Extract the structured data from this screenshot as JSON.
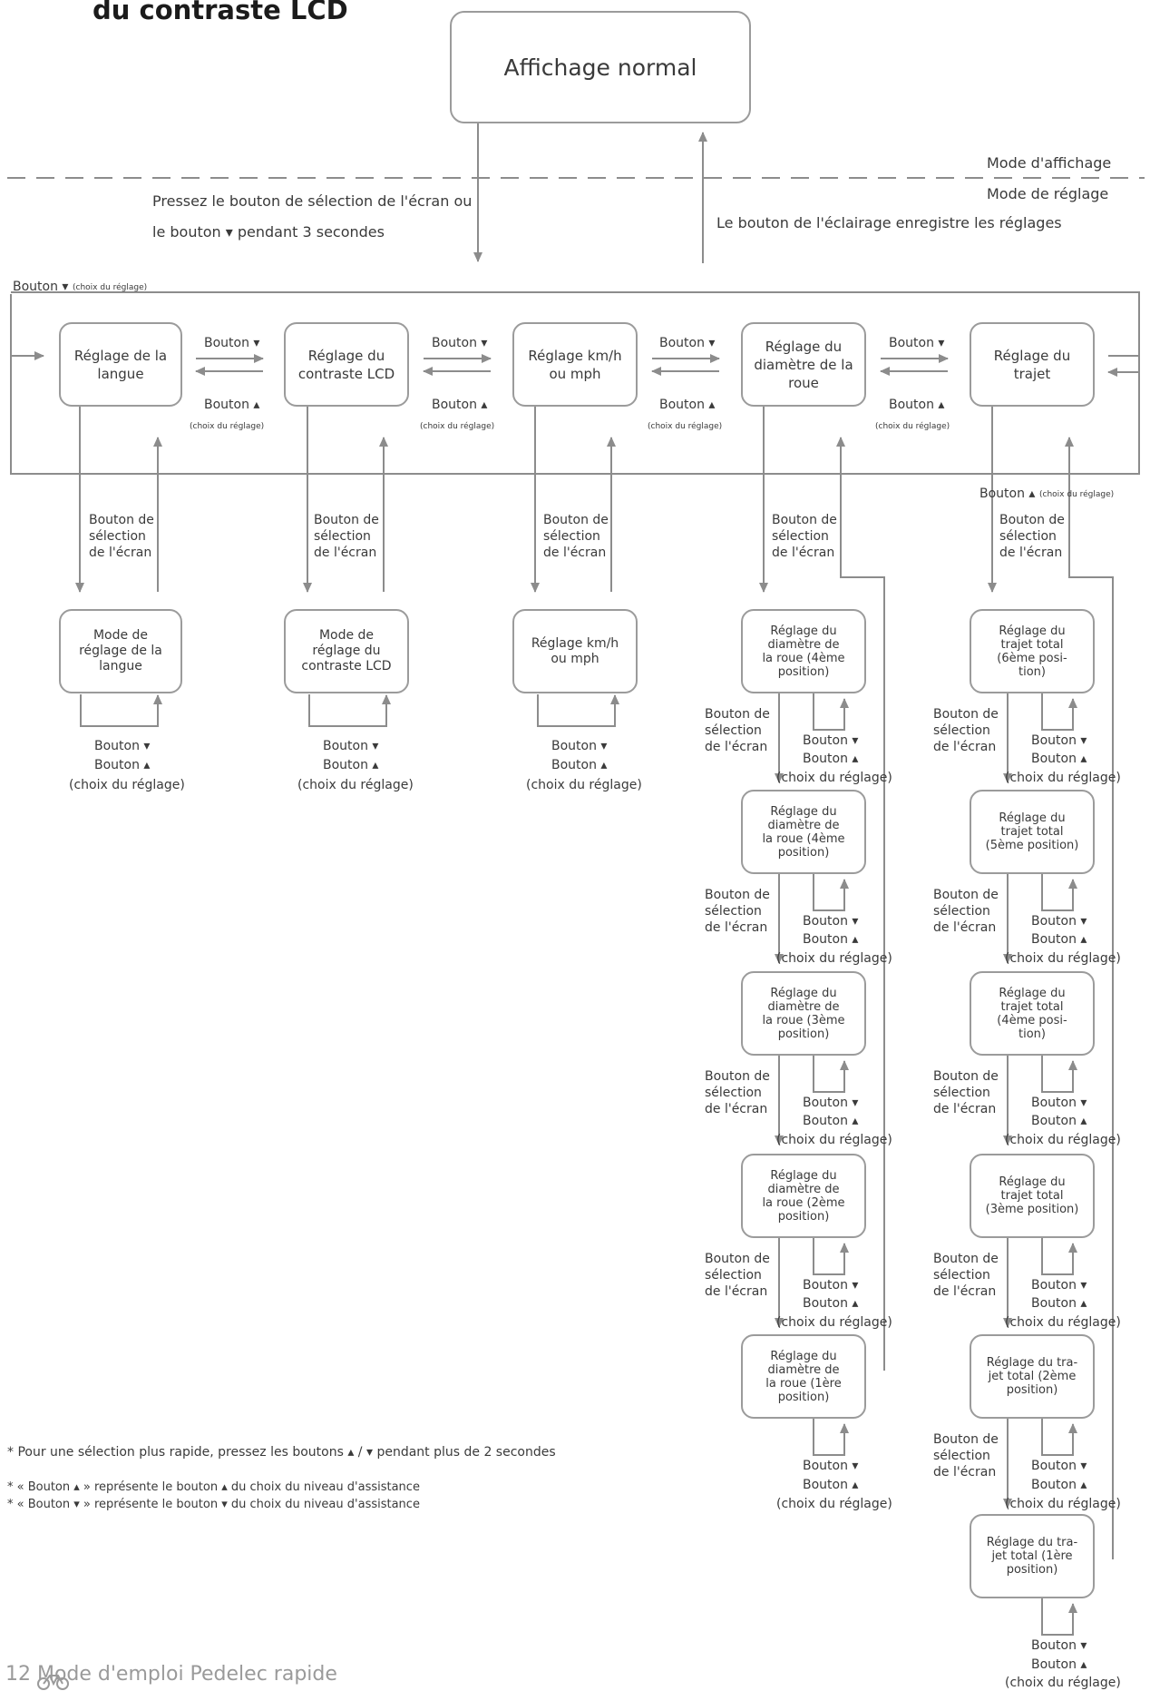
{
  "heading": "du contraste LCD",
  "main_box": "Affichage normal",
  "mode_display": "Mode d'affichage",
  "mode_setting": "Mode de réglage",
  "press_text_1": "Pressez le bouton de sélection de l'écran ou",
  "press_text_2": "le bouton ▾ pendant 3 secondes",
  "save_text": "Le bouton de l'éclairage enregistre les réglages",
  "top_bouton_label": "Bouton ▾",
  "choix_small": "(choix du réglage)",
  "row1_boxes": [
    "Réglage de la\nlangue",
    "Réglage du\ncontraste LCD",
    "Réglage km/h\nou mph",
    "Réglage du\ndiamètre de la\nroue",
    "Réglage du\ntrajet"
  ],
  "bouton_down": "Bouton ▾",
  "bouton_up": "Bouton ▴",
  "right_bouton_label": "Bouton ▴",
  "selection_label": "Bouton de\nsélection\nde l'écran",
  "row2_boxes": [
    "Mode de\nréglage de la\nlangue",
    "Mode de\nréglage du\ncontraste LCD",
    "Réglage km/h\nou mph"
  ],
  "choix_label": "(choix du réglage)",
  "col4_boxes": [
    "Réglage du\ndiamètre de\nla roue (4ème\nposition)",
    "Réglage du\ndiamètre de\nla roue (4ème\nposition)",
    "Réglage du\ndiamètre de\nla roue (3ème\nposition)",
    "Réglage du\ndiamètre de\nla roue (2ème\nposition)",
    "Réglage du\ndiamètre de\nla roue (1ère\nposition)"
  ],
  "col5_boxes": [
    "Réglage du\ntrajet total\n(6ème posi-\ntion)",
    "Réglage du\ntrajet total\n(5ème position)",
    "Réglage du\ntrajet total\n(4ème posi-\ntion)",
    "Réglage du\ntrajet total\n(3ème position)",
    "Réglage du tra-\njet total (2ème\nposition)",
    "Réglage du tra-\njet total (1ère\nposition)"
  ],
  "note_1": "* Pour une sélection plus rapide, pressez les boutons ▴ / ▾ pendant plus de 2 secondes",
  "note_2": "* « Bouton ▴ » représente le bouton ▴ du choix du niveau d'assistance",
  "note_3": "* « Bouton ▾ » représente le bouton ▾ du choix du niveau d'assistance",
  "footer": "12       Mode d'emploi Pedelec rapide",
  "icons": [
    "bicycle-icon"
  ],
  "colors": {
    "lines": "#8c8c8c",
    "box_border": "#9b9b9b",
    "text": "#3a3a3a",
    "footer": "#9a9a9a"
  }
}
